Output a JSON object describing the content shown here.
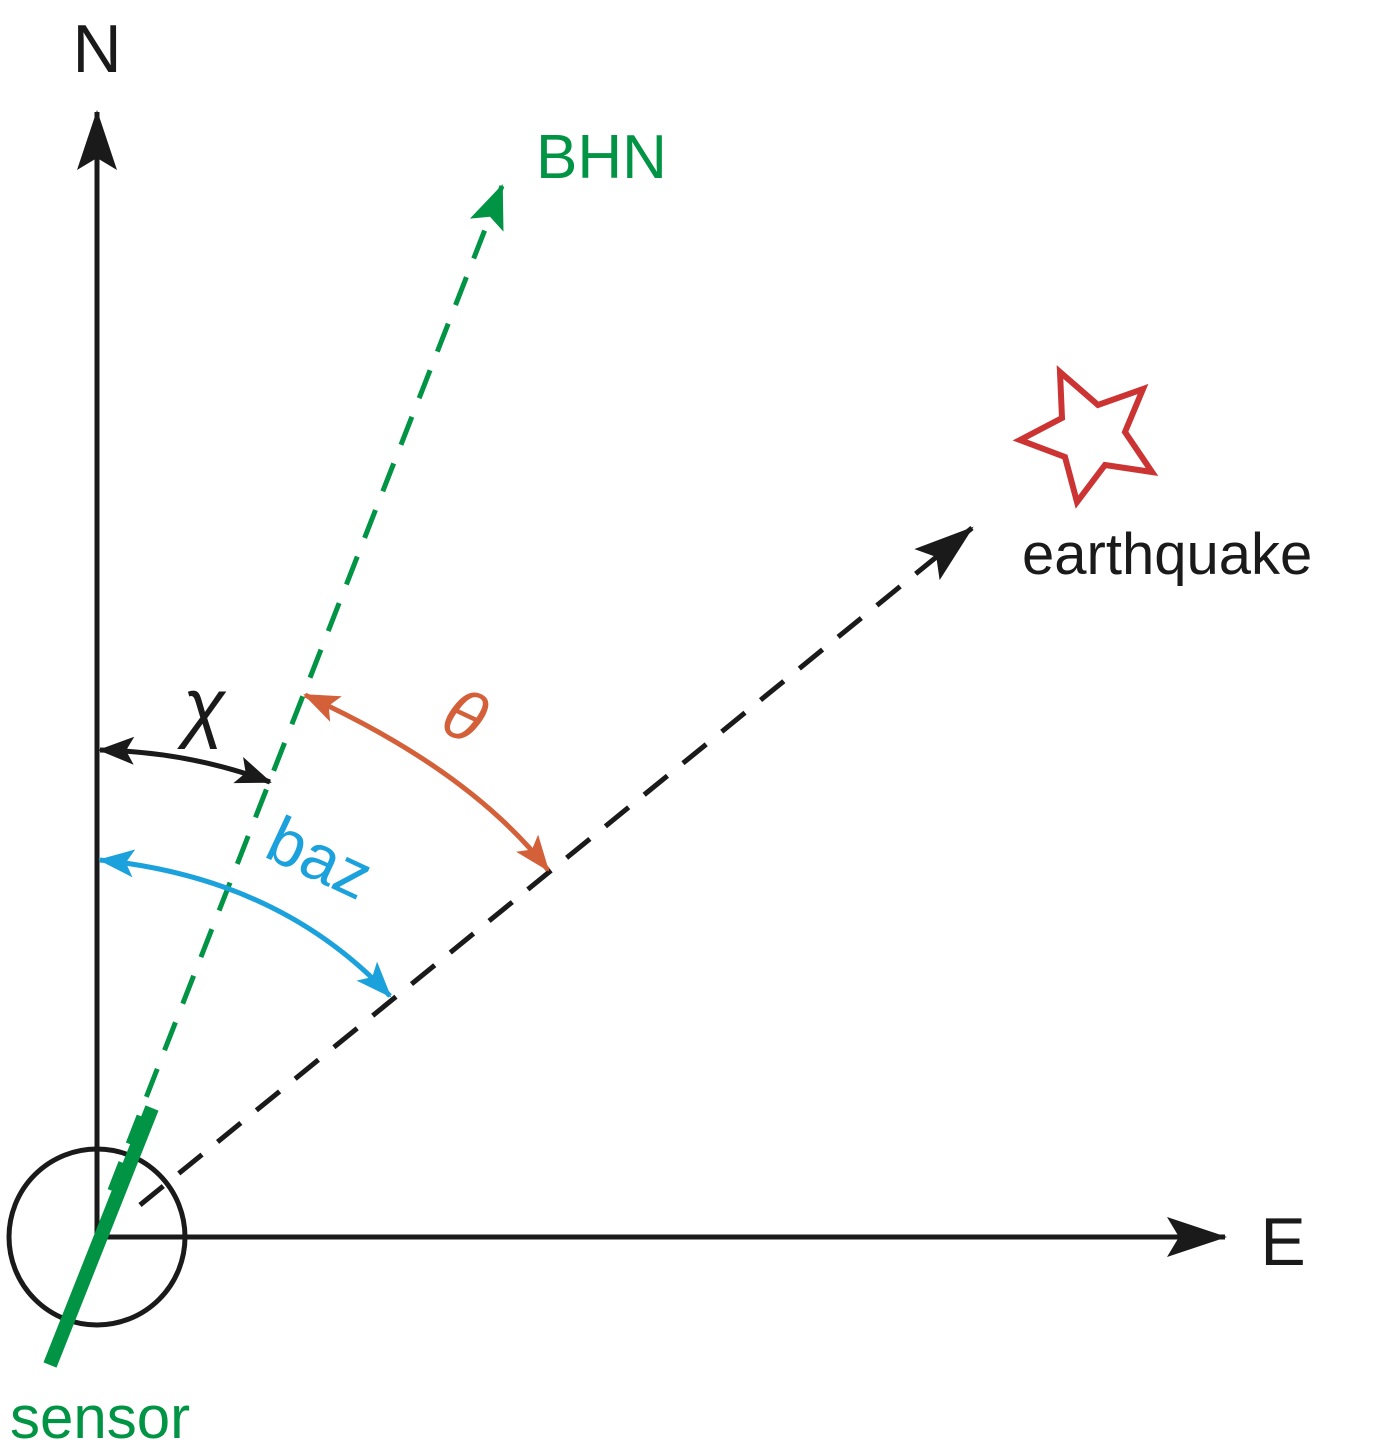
{
  "labels": {
    "north": "N",
    "east": "E",
    "bhn": "BHN",
    "earthquake": "earthquake",
    "sensor": "sensor",
    "chi": "χ",
    "theta": "θ",
    "baz": "baz"
  },
  "colors": {
    "axis": "#1a1a1a",
    "bhn": "#009444",
    "earthquake_star": "#cc3333",
    "theta_arc": "#d4603a",
    "baz_arc": "#1ba1db",
    "chi_arc": "#1a1a1a"
  },
  "icons": {
    "earthquake": "star-outline-icon",
    "sensor": "circle-outline-icon"
  }
}
